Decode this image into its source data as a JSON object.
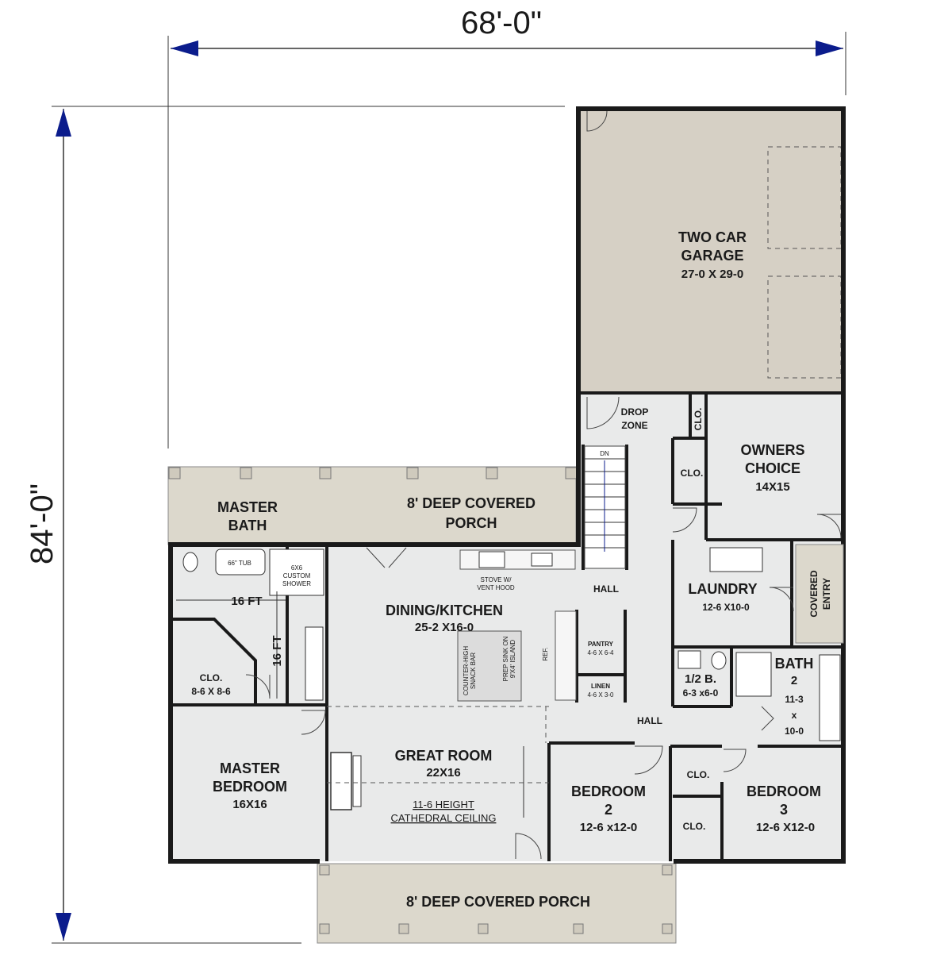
{
  "dimensions": {
    "width": "68'-0\"",
    "depth": "84'-0\""
  },
  "rooms": {
    "garage": {
      "name_line1": "TWO CAR",
      "name_line2": "GARAGE",
      "size": "27-0 X 29-0"
    },
    "drop_zone": {
      "line1": "DROP",
      "line2": "ZONE"
    },
    "owners_choice": {
      "name_line1": "OWNERS",
      "name_line2": "CHOICE",
      "size": "14X15"
    },
    "clo_owners_a": "CLO.",
    "clo_owners_b": "CLO.",
    "back_porch": {
      "line1": "8' DEEP COVERED",
      "line2": "PORCH"
    },
    "master_bath": {
      "line1": "MASTER",
      "line2": "BATH"
    },
    "tub": "66\" TUB",
    "shower": {
      "line1": "6X6",
      "line2": "CUSTOM",
      "line3": "SHOWER"
    },
    "stair_dn": "DN",
    "stove": {
      "line1": "STOVE W/",
      "line2": "VENT HOOD"
    },
    "hall_upper": "HALL",
    "hall_lower": "HALL",
    "laundry": {
      "name": "LAUNDRY",
      "size": "12-6 X10-0"
    },
    "covered_entry": {
      "line1": "COVERED",
      "line2": "ENTRY"
    },
    "dining_kitchen": {
      "name": "DINING/KITCHEN",
      "size": "25-2 X16-0"
    },
    "snack_bar": {
      "line1": "COUNTER-HIGH",
      "line2": "SNACK BAR"
    },
    "prep_sink": {
      "line1": "PREP SINK ON",
      "line2": "9'X4' ISLAND"
    },
    "ref": "REF.",
    "pantry": {
      "name": "PANTRY",
      "size": "4-6 X 6-4"
    },
    "linen": {
      "name": "LINEN",
      "size": "4-6 X 3-0"
    },
    "half_bath": {
      "name": "1/2 B.",
      "size": "6-3 x6-0"
    },
    "bath2": {
      "line1": "BATH",
      "line2": "2",
      "line3": "11-3",
      "line4": "x",
      "line5": "10-0"
    },
    "master_dim_h": "16 FT",
    "master_dim_v": "16 FT",
    "master_clo": {
      "name": "CLO.",
      "size": "8-6 X 8-6"
    },
    "master_bedroom": {
      "line1": "MASTER",
      "line2": "BEDROOM",
      "size": "16X16"
    },
    "great_room": {
      "name": "GREAT ROOM",
      "size": "22X16",
      "note1": "11-6 HEIGHT",
      "note2": "CATHEDRAL CEILING"
    },
    "bedroom2": {
      "line1": "BEDROOM",
      "line2": "2",
      "size": "12-6 x12-0"
    },
    "bedroom3": {
      "line1": "BEDROOM",
      "line2": "3",
      "size": "12-6 X12-0"
    },
    "clo_bed_a": "CLO.",
    "clo_bed_b": "CLO.",
    "front_porch": "8' DEEP COVERED PORCH"
  },
  "colors": {
    "garage_fill": "#d6d0c5",
    "porch_fill": "#dcd8cc",
    "room_fill": "#e9eaea",
    "arrow": "#0b1c8c",
    "wall": "#1a1a1a"
  }
}
